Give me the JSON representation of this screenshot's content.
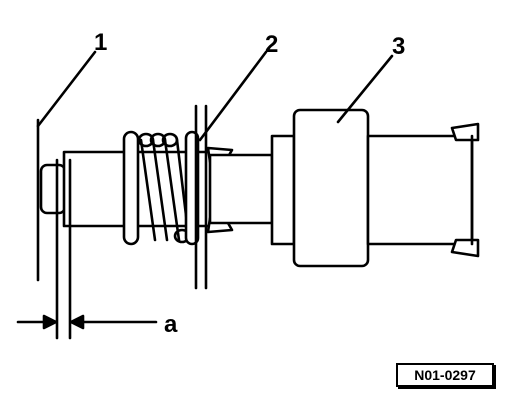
{
  "callouts": {
    "c1": "1",
    "c2": "2",
    "c3": "3",
    "dimension": "a"
  },
  "reference": "N01-0297",
  "colors": {
    "ink": "#000000",
    "paper": "#ffffff"
  }
}
